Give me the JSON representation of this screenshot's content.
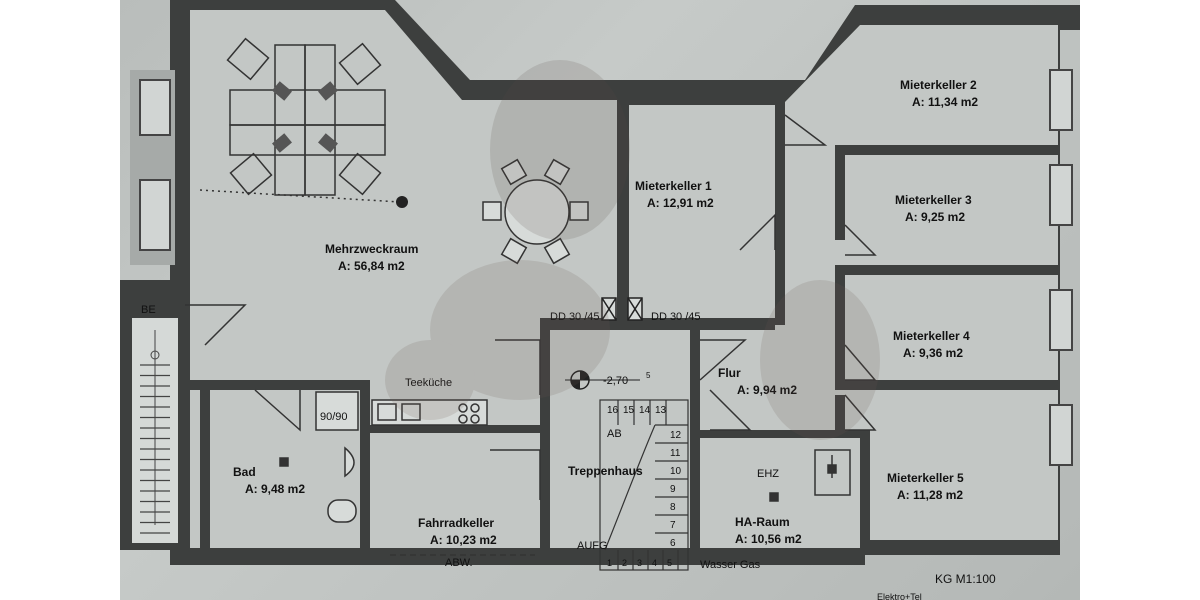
{
  "plan": {
    "scale_label": "KG M1:100",
    "rooms": [
      {
        "id": "mehrzweckraum",
        "name": "Mehrzweckraum",
        "area": "A: 56,84 m2"
      },
      {
        "id": "mieterkeller1",
        "name": "Mieterkeller 1",
        "area": "A: 12,91 m2"
      },
      {
        "id": "mieterkeller2",
        "name": "Mieterkeller 2",
        "area": "A: 11,34 m2"
      },
      {
        "id": "mieterkeller3",
        "name": "Mieterkeller 3",
        "area": "A: 9,25 m2"
      },
      {
        "id": "mieterkeller4",
        "name": "Mieterkeller 4",
        "area": "A: 9,36 m2"
      },
      {
        "id": "mieterkeller5",
        "name": "Mieterkeller 5",
        "area": "A: 11,28 m2"
      },
      {
        "id": "flur",
        "name": "Flur",
        "area": "A: 9,94 m2"
      },
      {
        "id": "bad",
        "name": "Bad",
        "area": "A: 9,48 m2"
      },
      {
        "id": "fahrradkeller",
        "name": "Fahrradkeller",
        "area": "A: 10,23 m2"
      },
      {
        "id": "ha_raum",
        "name": "HA-Raum",
        "area": "A: 10,56 m2"
      }
    ],
    "treppenhaus": "Treppenhaus",
    "teekueche": "Teeküche",
    "be": "BE",
    "door_dd_left": "DD 30 /45",
    "door_dd_right": "DD 30 /45",
    "level": "-2,70",
    "level_sup": "5",
    "shower": "90/90",
    "abw": "ABW.",
    "wasser_gas": "Wasser Gas",
    "ehz": "EHZ",
    "elektro": "Elektro+Tel",
    "ab": "AB",
    "aufg": "AUFG",
    "stair_numbers_top": [
      "16",
      "15",
      "14",
      "13"
    ],
    "stair_numbers_right": [
      "12",
      "11",
      "10",
      "9",
      "8",
      "7",
      "6"
    ],
    "stair_numbers_bottom": [
      "1",
      "2",
      "3",
      "4",
      "5"
    ]
  }
}
